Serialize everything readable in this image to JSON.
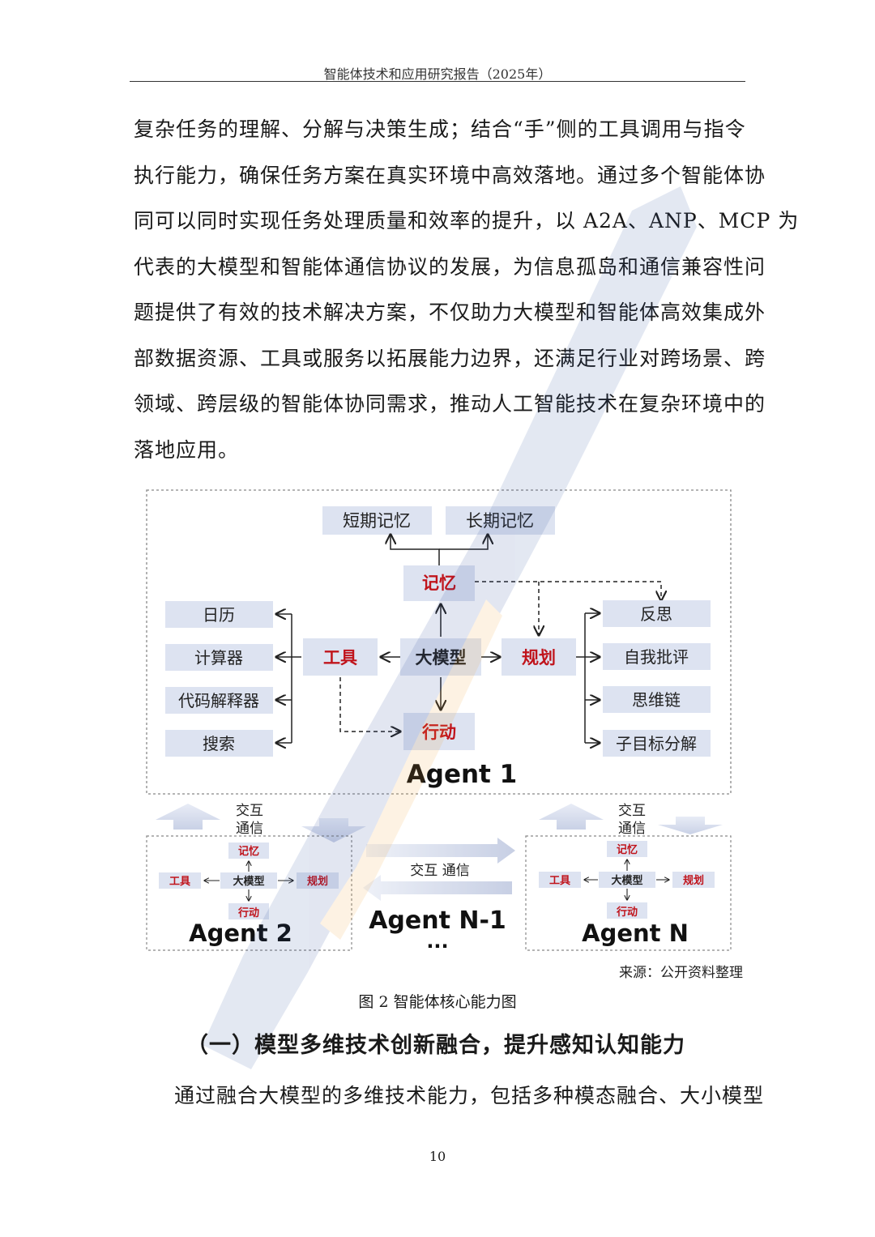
{
  "header": {
    "title": "智能体技术和应用研究报告（2025年）"
  },
  "body_lines": [
    "复杂任务的理解、分解与决策生成；结合“手”侧的工具调用与指令",
    "执行能力，确保任务方案在真实环境中高效落地。通过多个智能体协",
    "同可以同时实现任务处理质量和效率的提升，以 A2A、ANP、MCP 为",
    "代表的大模型和智能体通信协议的发展，为信息孤岛和通信兼容性问",
    "题提供了有效的技术解决方案，不仅助力大模型和智能体高效集成外",
    "部数据资源、工具或服务以拓展能力边界，还满足行业对跨场景、跨",
    "领域、跨层级的智能体协同需求，推动人工智能技术在复杂环境中的",
    "落地应用。"
  ],
  "diagram": {
    "agent1": {
      "title": "Agent 1",
      "short_memory": "短期记忆",
      "long_memory": "长期记忆",
      "memory": "记忆",
      "tools": "工具",
      "llm": "大模型",
      "plan": "规划",
      "action": "行动",
      "tool_items": [
        "日历",
        "计算器",
        "代码解释器",
        "搜索"
      ],
      "plan_items": [
        "反思",
        "自我批评",
        "思维链",
        "子目标分解"
      ]
    },
    "agent2": {
      "title": "Agent 2",
      "memory": "记忆",
      "tools": "工具",
      "llm": "大模型",
      "plan": "规划",
      "action": "行动"
    },
    "agentN": {
      "title": "Agent N",
      "memory": "记忆",
      "tools": "工具",
      "llm": "大模型",
      "plan": "规划",
      "action": "行动"
    },
    "agentN1": {
      "title": "Agent N-1",
      "ellipsis": "..."
    },
    "comm_left": [
      "交互",
      "通信"
    ],
    "comm_right": [
      "交互",
      "通信"
    ],
    "comm_middle": "交互 通信",
    "accent_red": "#c0141c",
    "box_fill": "#dde3f1"
  },
  "source": "来源：公开资料整理",
  "caption": "图 2  智能体核心能力图",
  "section_title": "（一）模型多维技术创新融合，提升感知认知能力",
  "para2": "通过融合大模型的多维技术能力，包括多种模态融合、大小模型",
  "page_number": "10"
}
